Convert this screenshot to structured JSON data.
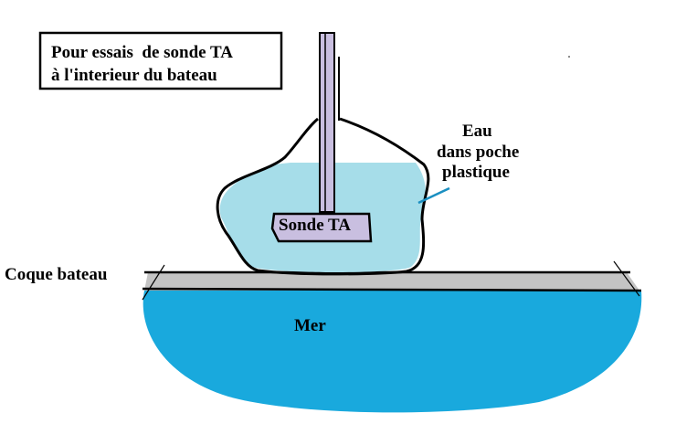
{
  "title_box": {
    "line1": "Pour essais  de sonde TA",
    "line2": "à l'interieur du bateau"
  },
  "labels": {
    "water_line1": "Eau",
    "water_line2": "dans poche",
    "water_line3": "plastique",
    "probe": "Sonde TA",
    "hull": "Coque bateau",
    "sea": "Mer"
  },
  "colors": {
    "sea": "#19a9dd",
    "water_bag": "#a6dde9",
    "probe": "#c9bfe0",
    "hull": "#c4c4c4",
    "pointer": "#1a8fc1",
    "outline": "#000000"
  }
}
